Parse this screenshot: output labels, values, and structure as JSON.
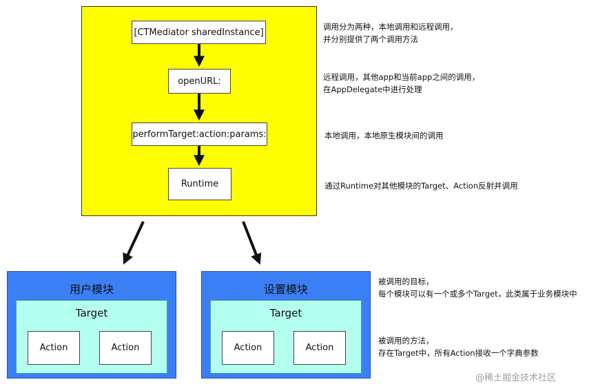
{
  "mediator": {
    "shared_instance": "[CTMediator sharedInstance]",
    "open_url": "openURL:",
    "perform_target": "performTarget:action:params:",
    "runtime": "Runtime",
    "fill_color": "#ffff00"
  },
  "modules": [
    {
      "title": "用户模块",
      "target": "Target",
      "actions": [
        "Action",
        "Action"
      ]
    },
    {
      "title": "设置模块",
      "target": "Target",
      "actions": [
        "Action",
        "Action"
      ]
    }
  ],
  "colors": {
    "module": "#3a7ff6",
    "target": "#b3fff0"
  },
  "notes": {
    "calls": [
      "调用分为两种，本地调用和远程调用，",
      "并分别提供了两个调用方法"
    ],
    "remote": [
      "远程调用，其他app和当前app之间的调用，",
      "在AppDelegate中进行处理"
    ],
    "local": [
      "本地调用，本地原生模块间的调用"
    ],
    "runtime": [
      "通过Runtime对其他模块的Target、Action反射并调用"
    ],
    "target": [
      "被调用的目标，",
      "每个模块可以有一个或多个Target，此类属于业务模块中"
    ],
    "action": [
      "被调用的方法，",
      "存在Target中，所有Action接收一个字典参数"
    ]
  },
  "watermark": "@稀土掘金技术社区"
}
